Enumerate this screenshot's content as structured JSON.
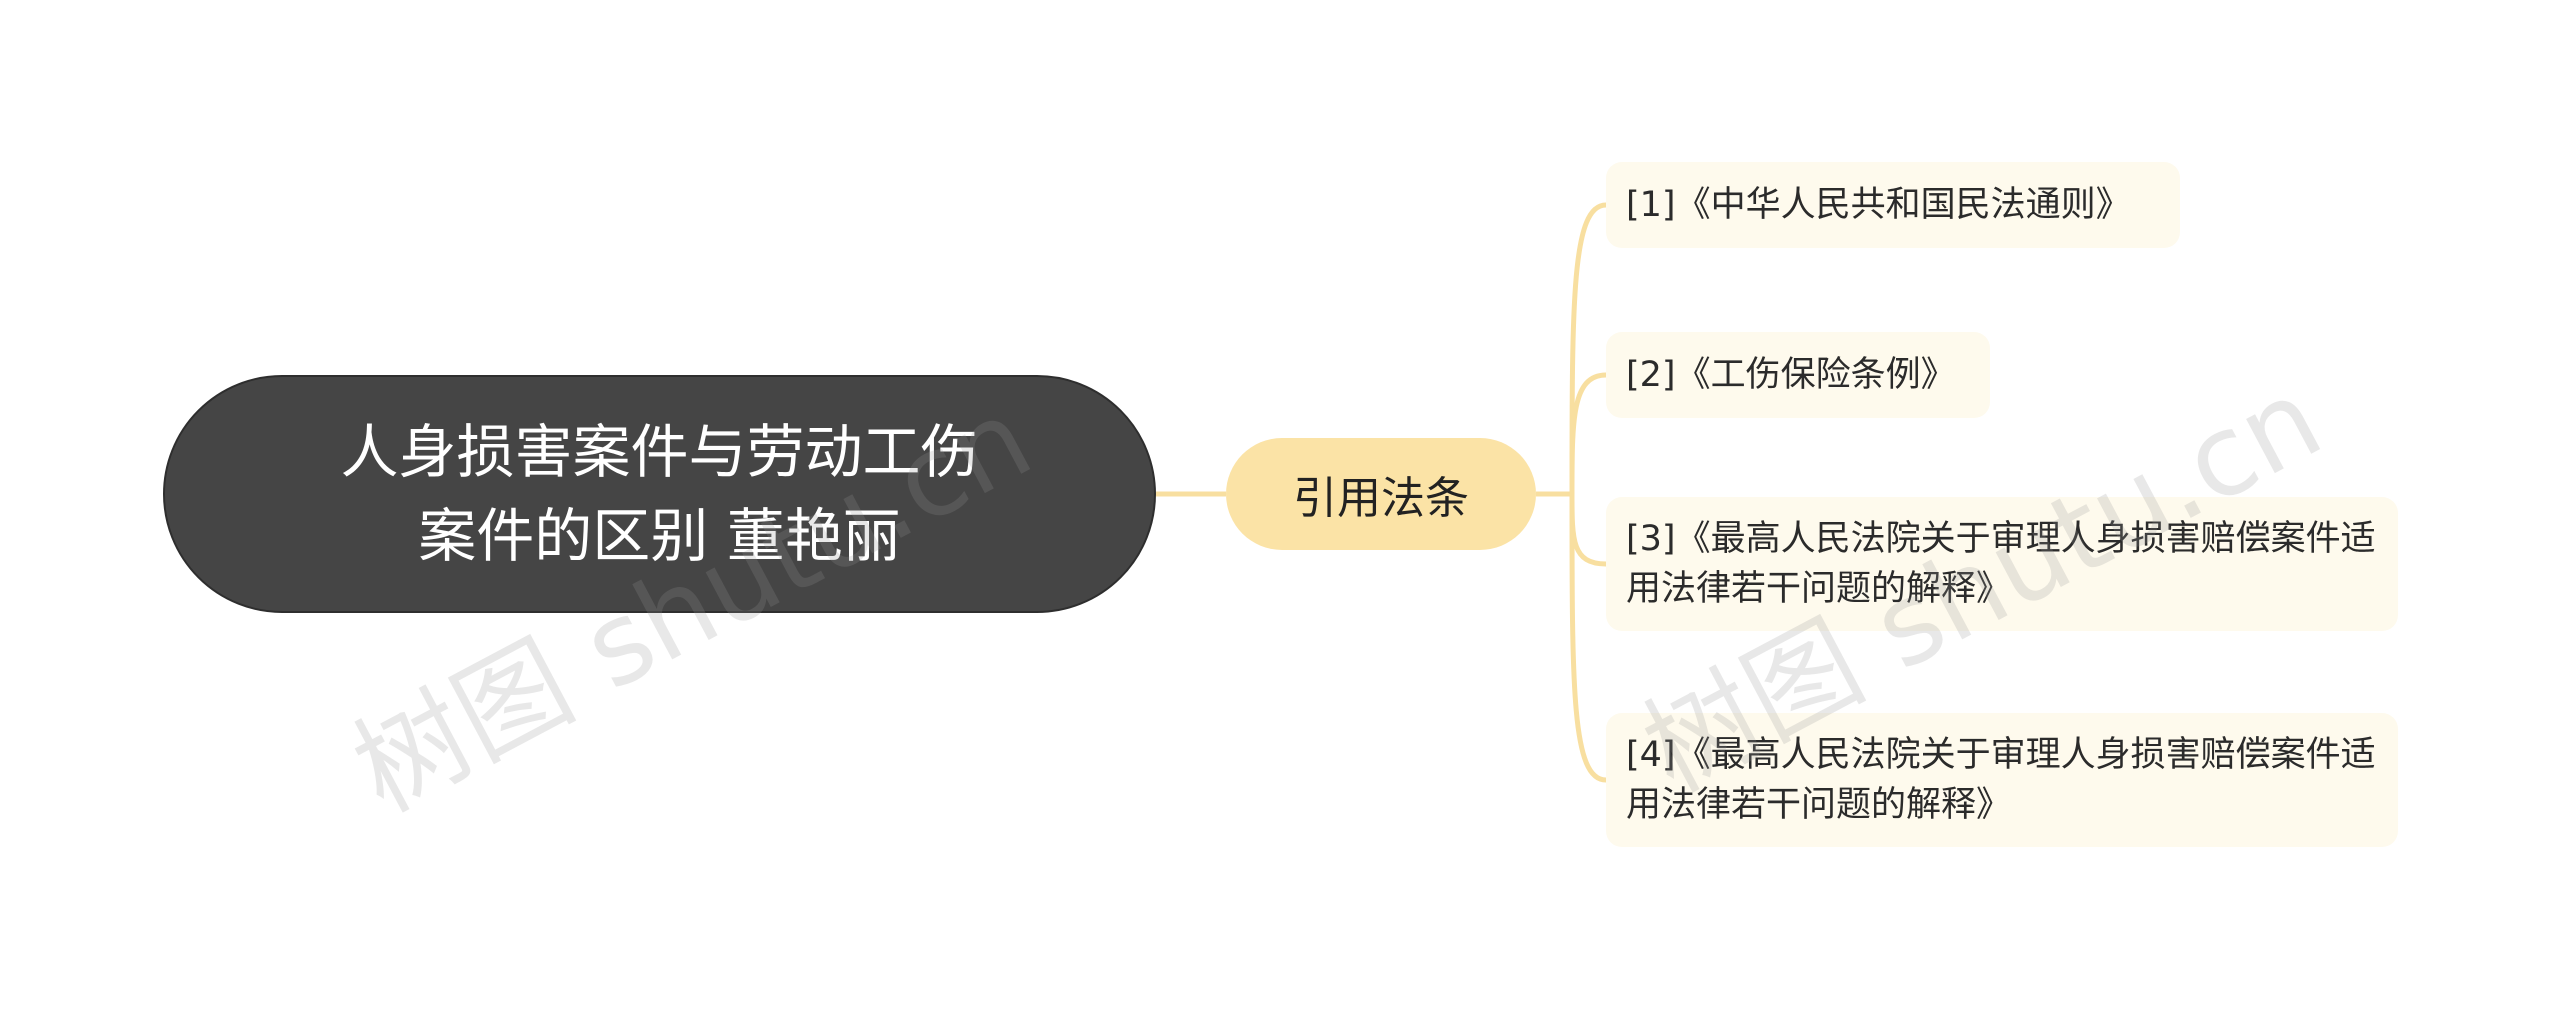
{
  "mindmap": {
    "root": {
      "text": "人身损害案件与劳动工伤案件的区别 董艳丽"
    },
    "branch": {
      "text": "引用法条"
    },
    "leaves": [
      {
        "text": "[1]《中华人民共和国民法通则》"
      },
      {
        "text": "[2]《工伤保险条例》"
      },
      {
        "text": "[3]《最高人民法院关于审理人身损害赔偿案件适用法律若干问题的解释》"
      },
      {
        "text": "[4]《最高人民法院关于审理人身损害赔偿案件适用法律若干问题的解释》"
      }
    ]
  },
  "watermarks": [
    {
      "text": "树图 shutu.cn"
    },
    {
      "text": "树图 shutu.cn"
    }
  ],
  "colors": {
    "root_fill": "#454545",
    "branch_fill": "#fbe3a6",
    "leaf_fill": "#fefaed",
    "connector": "#f8dfa0"
  }
}
